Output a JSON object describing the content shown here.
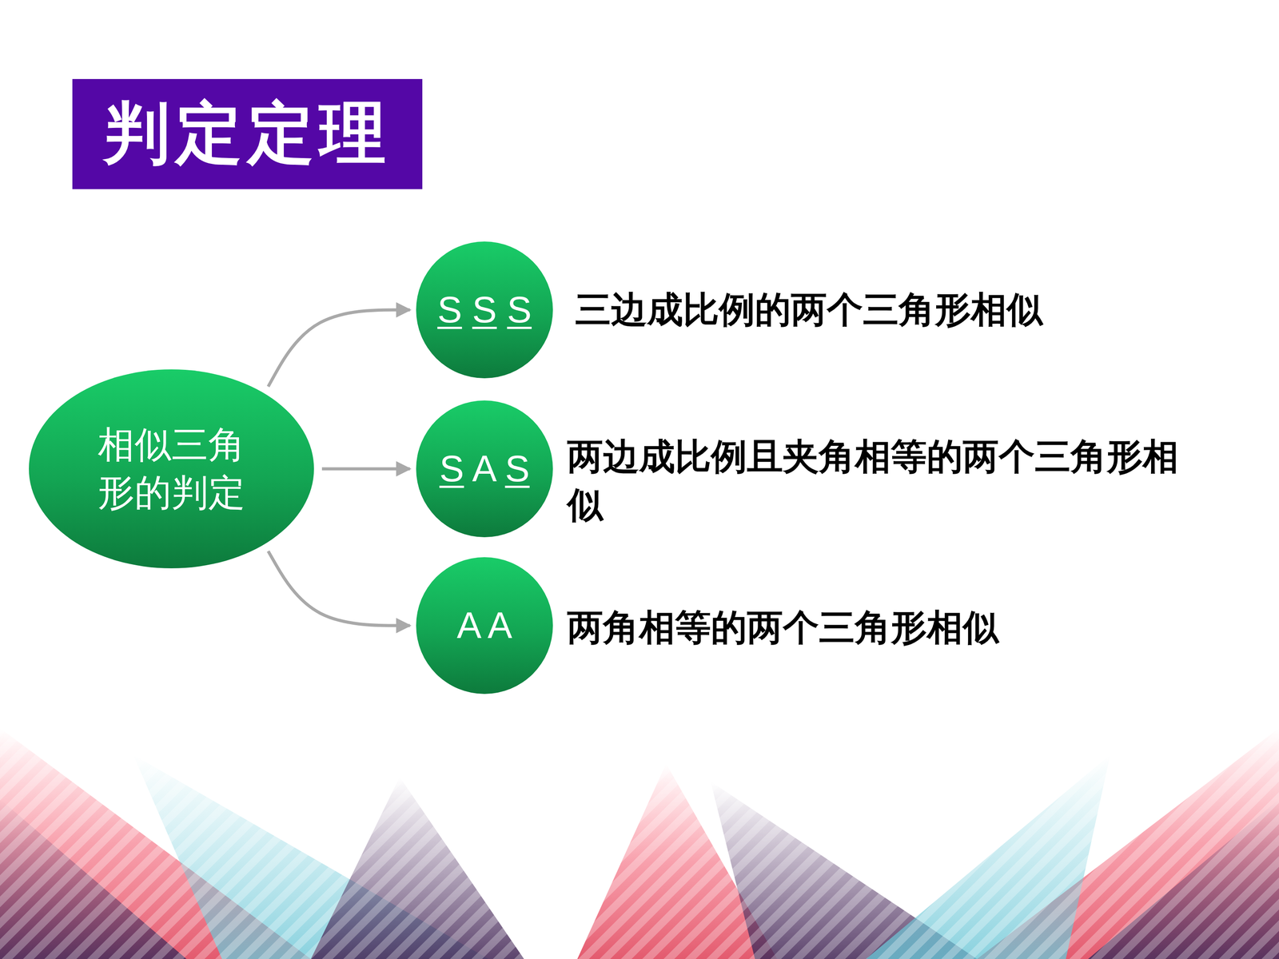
{
  "diagram": {
    "title": "判定定理",
    "nodes": [
      {
        "text": [
          "相似三角形的判定"
        ]
      },
      {
        "text": [
          "S S S"
        ]
      },
      {
        "text": [
          "S A S"
        ]
      },
      {
        "text": [
          "A A"
        ]
      }
    ],
    "edges": [
      {
        "from": 0,
        "to": 1,
        "arrow": "to"
      },
      {
        "from": 0,
        "to": 2,
        "arrow": "to"
      },
      {
        "from": 0,
        "to": 3,
        "arrow": "to"
      }
    ],
    "labels": [
      "三边成比例的两个三角形相似",
      "两边成比例且夹角相等的两个三角形相似",
      "两角相等的两个三角形相似"
    ]
  }
}
